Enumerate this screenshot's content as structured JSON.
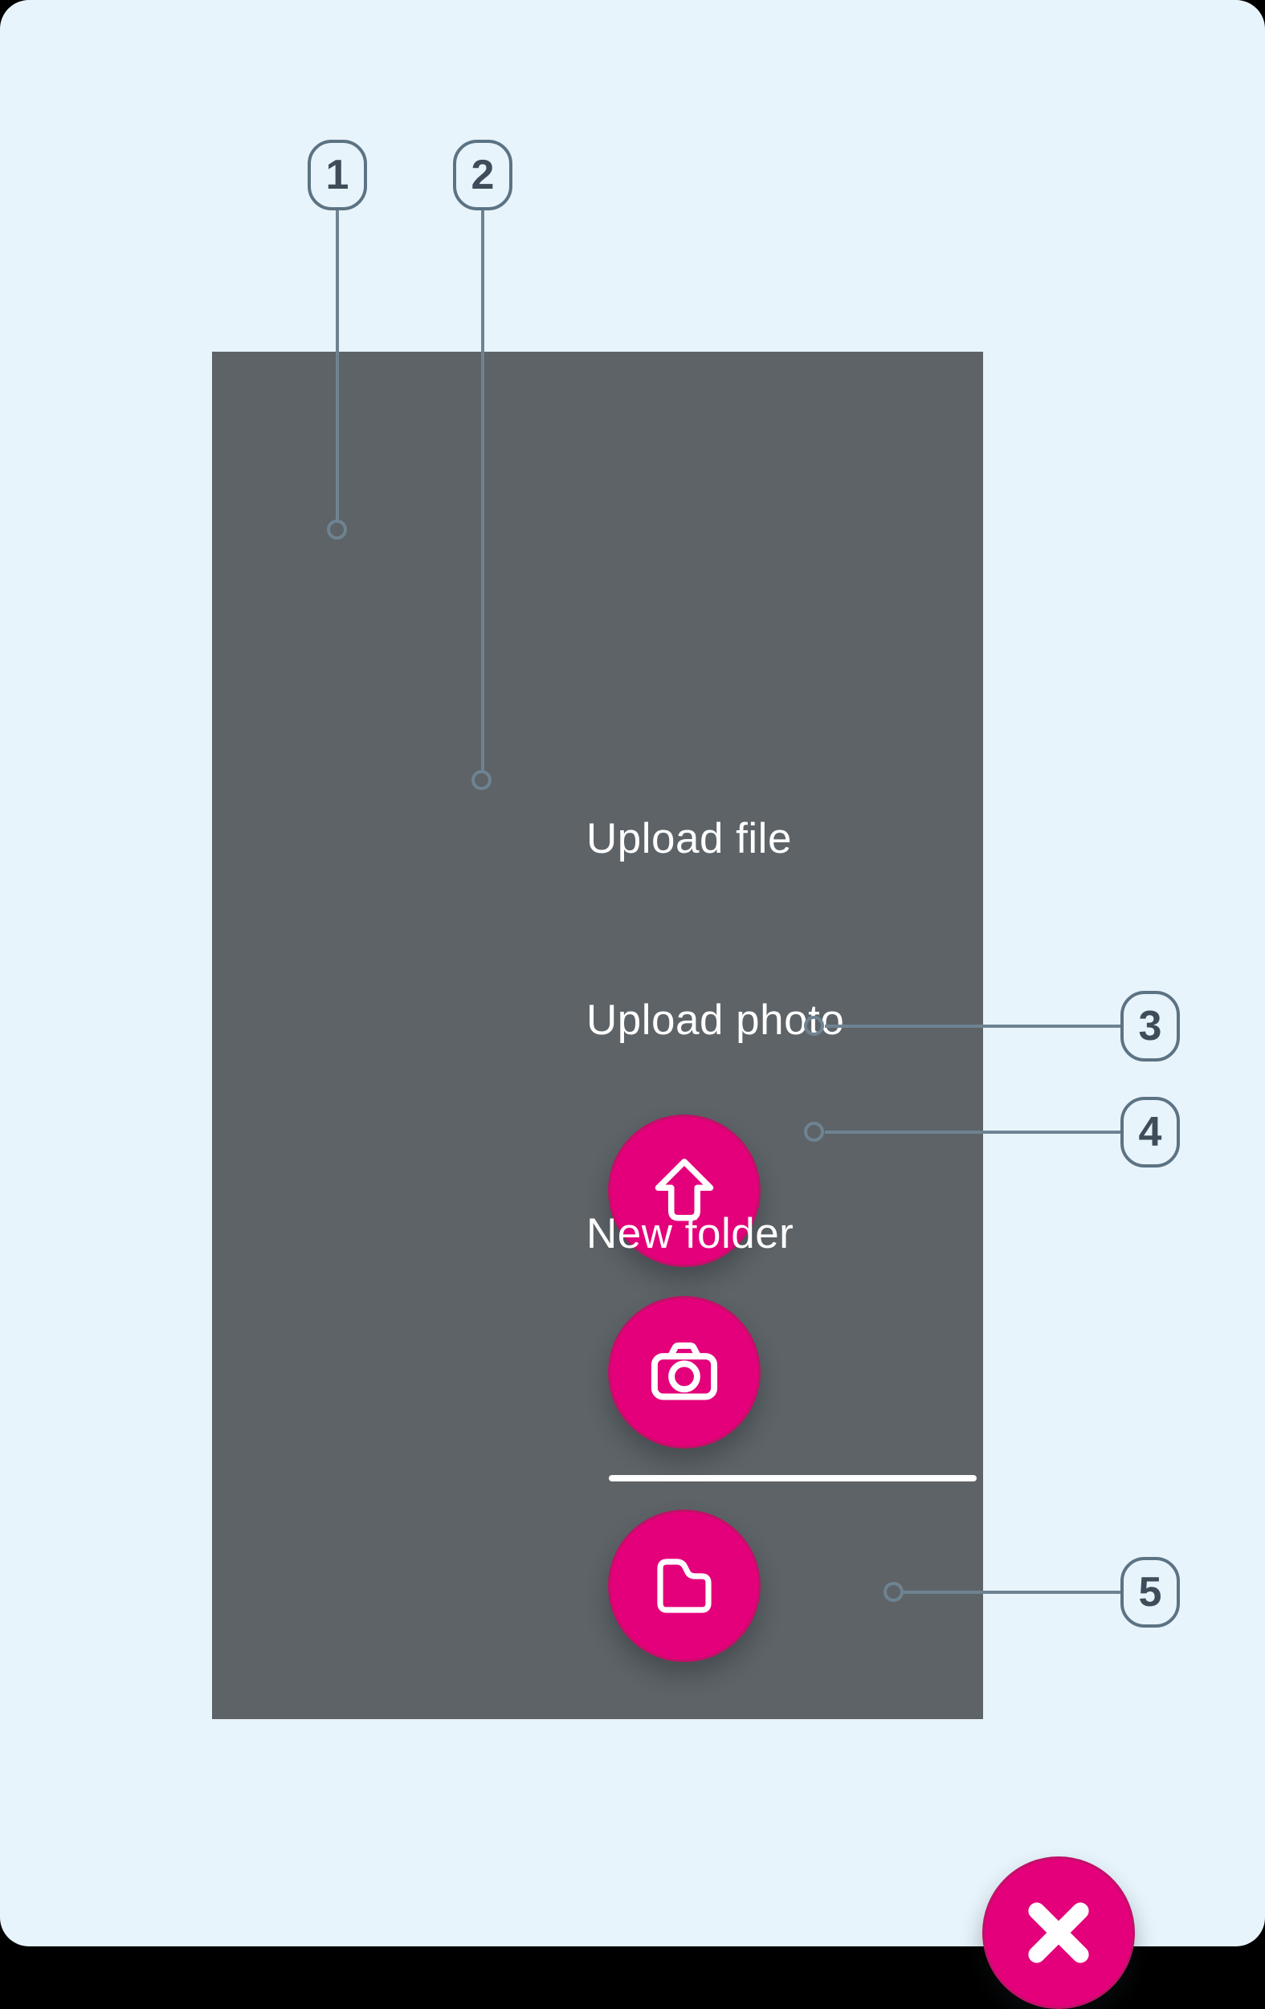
{
  "page": {
    "background_color": "#e8f4fc",
    "corner_color": "#000000"
  },
  "overlay": {
    "panel_color": "#5d6367",
    "accent_color": "#e4007a",
    "actions": [
      {
        "label": "Upload file",
        "icon": "upload-arrow-icon"
      },
      {
        "label": "Upload photo",
        "icon": "camera-icon"
      },
      {
        "label": "New folder",
        "icon": "folder-icon"
      }
    ],
    "close": {
      "icon": "close-x-icon"
    }
  },
  "callouts": {
    "line_color": "#6e8392",
    "bubble_border_color": "#5c7383",
    "number_color": "#3e4d59",
    "items": [
      {
        "number": "1"
      },
      {
        "number": "2"
      },
      {
        "number": "3"
      },
      {
        "number": "4"
      },
      {
        "number": "5"
      }
    ]
  }
}
